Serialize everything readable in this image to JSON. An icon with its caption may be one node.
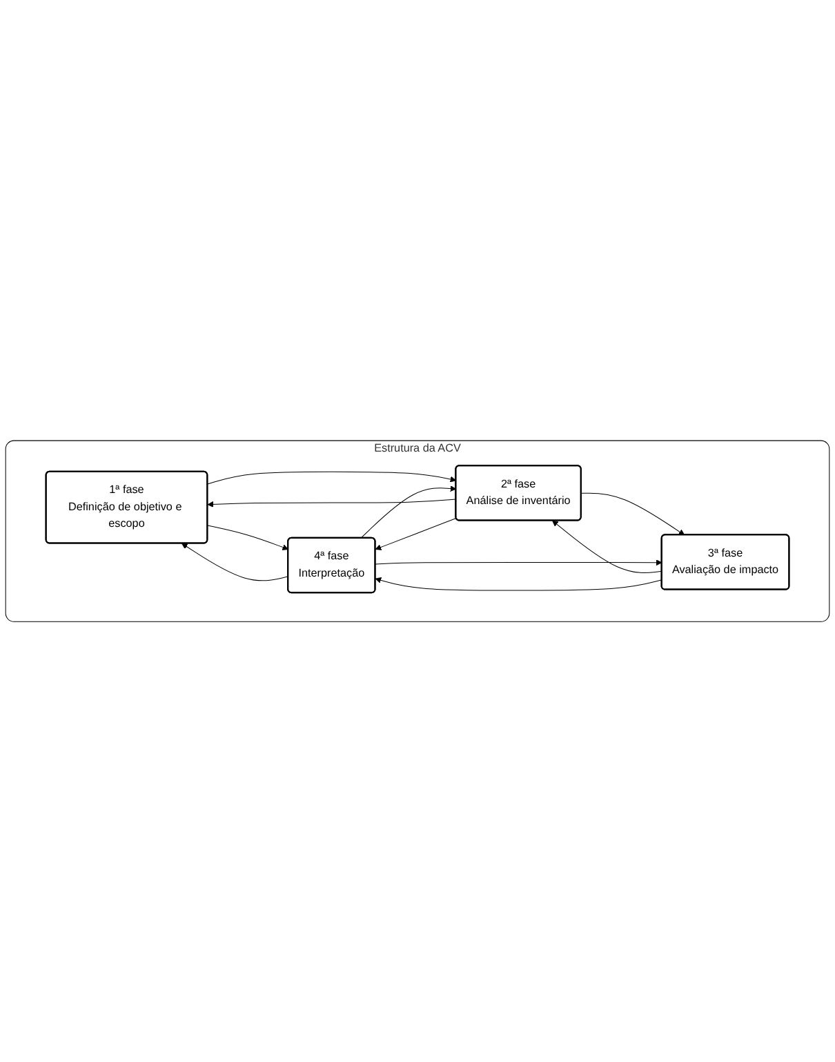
{
  "diagram": {
    "nodes": [
      {
        "text": [
          "Estrutura da ACV"
        ]
      },
      {
        "text": [
          "1ª fase",
          "Definição de objetivo e escopo"
        ],
        "in": 0
      },
      {
        "text": [
          "2ª fase",
          "Análise de inventário"
        ],
        "in": 0
      },
      {
        "text": [
          "3ª fase",
          "Avaliação de impacto"
        ],
        "in": 0
      },
      {
        "text": [
          "4ª fase",
          "Interpretação"
        ],
        "in": 0
      }
    ],
    "edges": [
      {
        "from": 1,
        "to": 4,
        "arrow": "to"
      },
      {
        "from": 4,
        "to": 1,
        "arrow": "to"
      },
      {
        "from": 1,
        "to": 2,
        "arrow": "to"
      },
      {
        "from": 2,
        "to": 1,
        "arrow": "to"
      },
      {
        "from": 2,
        "to": 4,
        "arrow": "to"
      },
      {
        "from": 4,
        "to": 2,
        "arrow": "to"
      },
      {
        "from": 2,
        "to": 3,
        "arrow": "to"
      },
      {
        "from": 3,
        "to": 2,
        "arrow": "to"
      },
      {
        "from": 3,
        "to": 4,
        "arrow": "to"
      },
      {
        "from": 4,
        "to": 3,
        "arrow": "to"
      }
    ]
  }
}
